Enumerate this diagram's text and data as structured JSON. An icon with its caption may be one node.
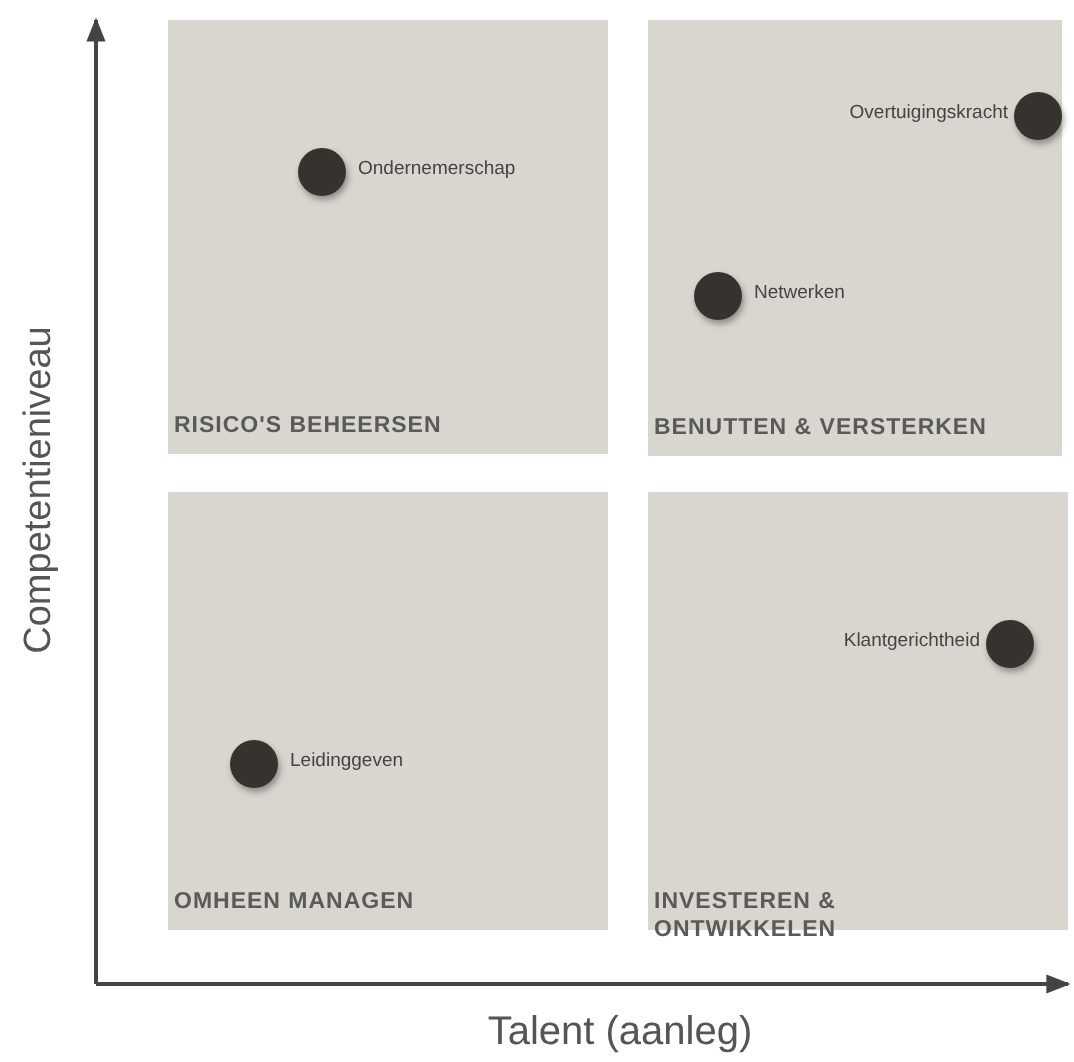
{
  "diagram": {
    "nodes": [
      {
        "text": [
          "RISICO'S BEHEERSEN"
        ]
      },
      {
        "text": [
          "BENUTTEN & VERSTERKEN"
        ]
      },
      {
        "text": [
          "OMHEEN MANAGEN"
        ]
      },
      {
        "text": [
          "INVESTEREN & ONTWIKKELEN"
        ]
      },
      {
        "text": [],
        "shape": "circle",
        "beside": [
          "Ondernemerschap"
        ],
        "in": 0
      },
      {
        "text": [],
        "shape": "circle",
        "beside": [
          "Overtuigingskracht"
        ],
        "in": 1
      },
      {
        "text": [],
        "shape": "circle",
        "beside": [
          "Netwerken"
        ],
        "in": 1
      },
      {
        "text": [],
        "shape": "circle",
        "beside": [
          "Leidinggeven"
        ],
        "in": 2
      },
      {
        "text": [],
        "shape": "circle",
        "beside": [
          "Klantgerichtheid"
        ],
        "in": 3
      }
    ],
    "labels": [
      "Competentieniveau",
      "Talent (aanleg)"
    ]
  }
}
